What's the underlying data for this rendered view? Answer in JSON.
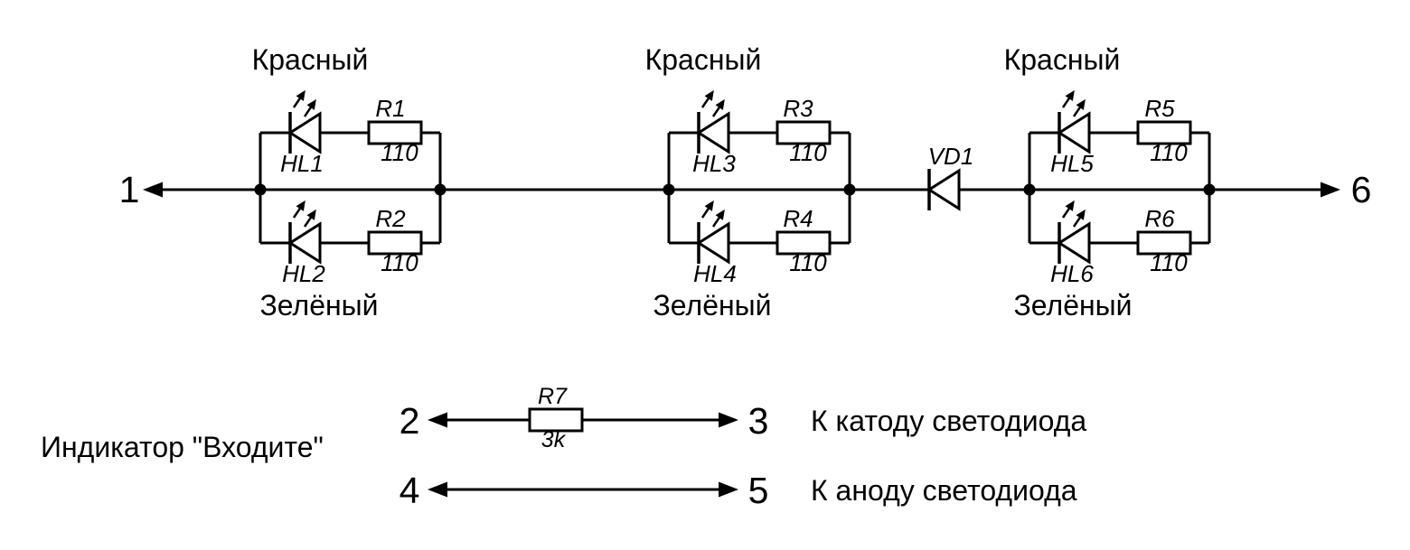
{
  "colors": {
    "ink": "#000000",
    "background": "#ffffff"
  },
  "groups": [
    {
      "top_color": "Красный",
      "bottom_color": "Зелёный",
      "top_led": "HL1",
      "bottom_led": "HL2",
      "top_res": "R1",
      "top_res_value": "110",
      "bottom_res": "R2",
      "bottom_res_value": "110"
    },
    {
      "top_color": "Красный",
      "bottom_color": "Зелёный",
      "top_led": "HL3",
      "bottom_led": "HL4",
      "top_res": "R3",
      "top_res_value": "110",
      "bottom_res": "R4",
      "bottom_res_value": "110"
    },
    {
      "top_color": "Красный",
      "bottom_color": "Зелёный",
      "top_led": "HL5",
      "bottom_led": "HL6",
      "top_res": "R5",
      "top_res_value": "110",
      "bottom_res": "R6",
      "bottom_res_value": "110"
    }
  ],
  "diode": {
    "label": "VD1"
  },
  "terminals": {
    "t1": "1",
    "t2": "2",
    "t3": "3",
    "t4": "4",
    "t5": "5",
    "t6": "6"
  },
  "indicator": {
    "title": "Индикатор \"Входите\"",
    "resistor": {
      "label": "R7",
      "value": "3k"
    },
    "cathode_note": "К катоду светодиода",
    "anode_note": "К аноду светодиода"
  }
}
